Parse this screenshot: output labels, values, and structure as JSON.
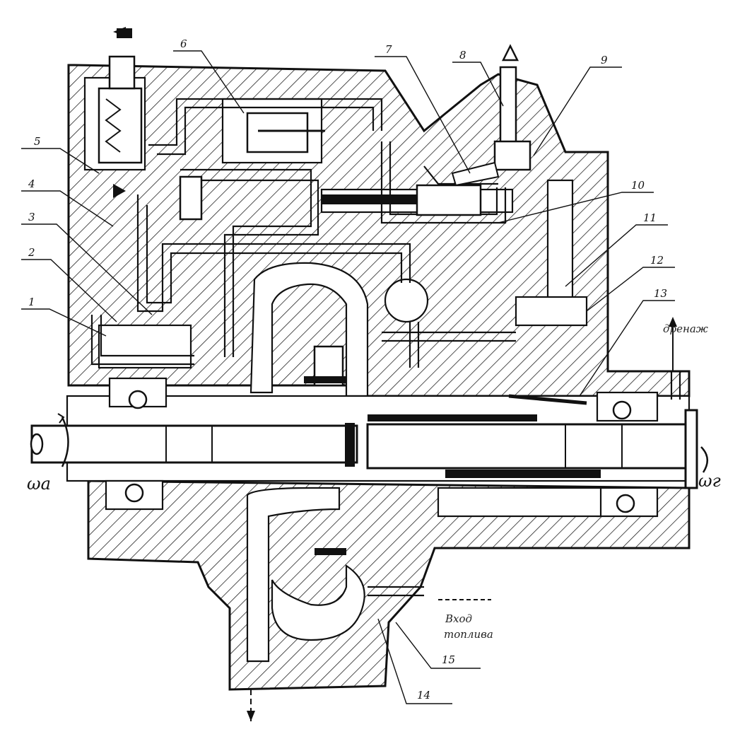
{
  "diagram": {
    "callouts": [
      "1",
      "2",
      "3",
      "4",
      "5",
      "6",
      "7",
      "8",
      "9",
      "10",
      "11",
      "12",
      "13",
      "14",
      "15"
    ],
    "input_shaft_label": "ωa",
    "output_shaft_label": "ωг",
    "drain_label": "дренаж",
    "fuel_inlet_label": [
      "Вход",
      "топлива"
    ],
    "colors": {
      "line": "#111111",
      "paper": "#ffffff"
    }
  }
}
